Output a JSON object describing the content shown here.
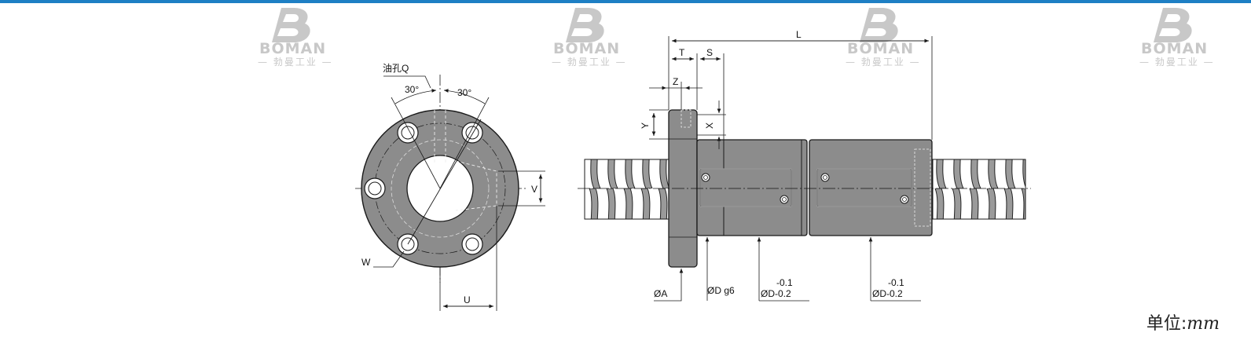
{
  "colors": {
    "top_bar": "#1e7fc4",
    "watermark": "#c8c8c8",
    "line": "#1a1a1a",
    "screw_fill": "#9a9a9a",
    "nut_fill": "#8c8c8c"
  },
  "watermark": {
    "brand": "BOMAN",
    "subtitle": "— 勃曼工业 —"
  },
  "front_view": {
    "oil_hole_label": "油孔Q",
    "angle_left": "30°",
    "angle_right": "30°",
    "dim_v": "V",
    "dim_w": "W",
    "dim_u": "U"
  },
  "side_view": {
    "dim_l": "L",
    "dim_t": "T",
    "dim_s": "S",
    "dim_z": "Z",
    "dim_y": "Y",
    "dim_x": "X",
    "dia_a": "ØA",
    "dia_d_g6": "ØD g6",
    "tol_1": "-0.1",
    "dia_d_1": "ØD-0.2",
    "tol_2": "-0.1",
    "dia_d_2": "ØD-0.2"
  },
  "units_label": "单位:",
  "units_value": "mm"
}
